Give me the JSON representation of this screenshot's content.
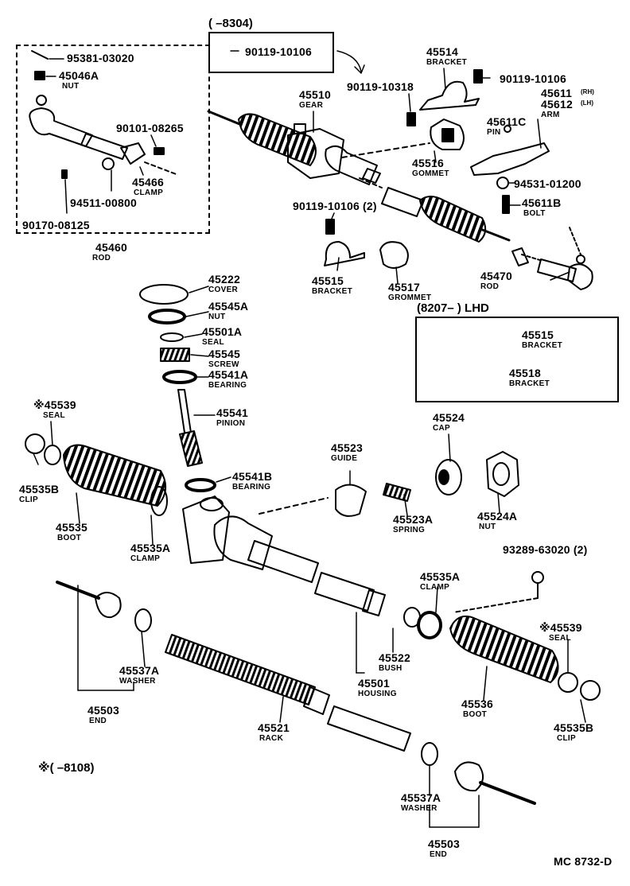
{
  "diagram": {
    "code": "MC 8732-D",
    "note_left": "※(       –8108)",
    "note_top": "(       –8304)",
    "note_lhd": "(8207–       ) LHD"
  },
  "parts": {
    "p95381": {
      "num": "95381-03020"
    },
    "p45046a": {
      "num": "45046A",
      "name": "NUT"
    },
    "p90101": {
      "num": "90101-08265"
    },
    "p45466": {
      "num": "45466",
      "name": "CLAMP"
    },
    "p94511": {
      "num": "94511-00800"
    },
    "p90170": {
      "num": "90170-08125"
    },
    "p45460": {
      "num": "45460",
      "name": "ROD"
    },
    "p90119a": {
      "num": "90119-10106"
    },
    "p45514": {
      "num": "45514",
      "name": "BRACKET"
    },
    "p90119_10318": {
      "num": "90119-10318"
    },
    "p90119b": {
      "num": "90119-10106"
    },
    "p45510": {
      "num": "45510",
      "name": "GEAR"
    },
    "p45611": {
      "num": "45611",
      "sub": "(RH)"
    },
    "p45612": {
      "num": "45612",
      "sub": "(LH)",
      "name": "ARM"
    },
    "p45611c": {
      "num": "45611C",
      "name": "PIN"
    },
    "p45516": {
      "num": "45516",
      "name": "GOMMET"
    },
    "p94531": {
      "num": "94531-01200"
    },
    "p45611b": {
      "num": "45611B",
      "name": "BOLT"
    },
    "p90119c": {
      "num": "90119-10106 (2)"
    },
    "p45515": {
      "num": "45515",
      "name": "BRACKET"
    },
    "p45517": {
      "num": "45517",
      "name": "GROMMET"
    },
    "p45470": {
      "num": "45470",
      "name": "ROD"
    },
    "p45222": {
      "num": "45222",
      "name": "COVER"
    },
    "p45545a": {
      "num": "45545A",
      "name": "NUT"
    },
    "p45501a": {
      "num": "45501A",
      "name": "SEAL"
    },
    "p45545": {
      "num": "45545",
      "name": "SCREW"
    },
    "p45541a": {
      "num": "45541A",
      "name": "BEARING"
    },
    "p45541": {
      "num": "45541",
      "name": "PINION"
    },
    "p45515b": {
      "num": "45515",
      "name": "BRACKET"
    },
    "p45518": {
      "num": "45518",
      "name": "BRACKET"
    },
    "p45539l": {
      "num": "※45539",
      "name": "SEAL"
    },
    "p45535bl": {
      "num": "45535B",
      "name": "CLIP"
    },
    "p45535": {
      "num": "45535",
      "name": "BOOT"
    },
    "p45523": {
      "num": "45523",
      "name": "GUIDE"
    },
    "p45524": {
      "num": "45524",
      "name": "CAP"
    },
    "p45541b": {
      "num": "45541B",
      "name": "BEARING"
    },
    "p45535al": {
      "num": "45535A",
      "name": "CLAMP"
    },
    "p45523a": {
      "num": "45523A",
      "name": "SPRING"
    },
    "p45524a": {
      "num": "45524A",
      "name": "NUT"
    },
    "p93289": {
      "num": "93289-63020 (2)"
    },
    "p45535ar": {
      "num": "45535A",
      "name": "CLAMP"
    },
    "p45539r": {
      "num": "※45539",
      "name": "SEAL"
    },
    "p45537al": {
      "num": "45537A",
      "name": "WASHER"
    },
    "p45522": {
      "num": "45522",
      "name": "BUSH"
    },
    "p45501": {
      "num": "45501",
      "name": "HOUSING"
    },
    "p45536": {
      "num": "45536",
      "name": "BOOT"
    },
    "p45503l": {
      "num": "45503",
      "name": "END"
    },
    "p45535br": {
      "num": "45535B",
      "name": "CLIP"
    },
    "p45521": {
      "num": "45521",
      "name": "RACK"
    },
    "p45537ar": {
      "num": "45537A",
      "name": "WASHER"
    },
    "p45503r": {
      "num": "45503",
      "name": "END"
    }
  }
}
